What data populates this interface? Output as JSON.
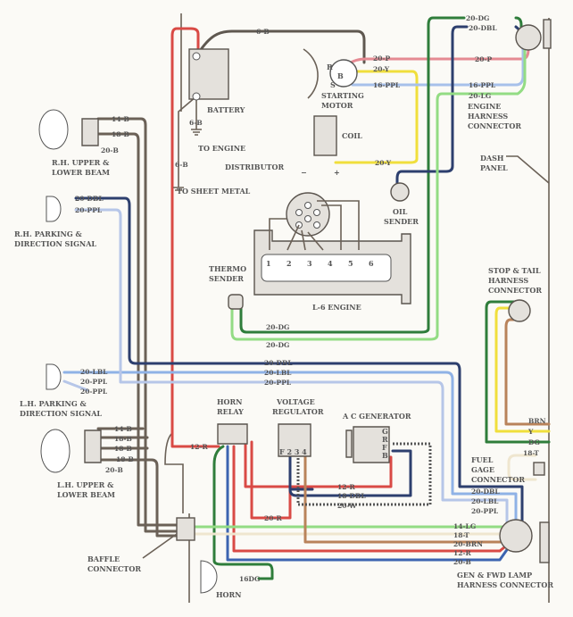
{
  "colors": {
    "red": "#d94a45",
    "yellow": "#f0df3c",
    "pink": "#e58a93",
    "light_blue": "#a7c0ea",
    "dark_blue": "#2d3f6e",
    "dark_green": "#2f7d3b",
    "light_green": "#93dc84",
    "brown": "#b9835a",
    "black": "#5f5850",
    "tan": "#efe6cf"
  },
  "components": {
    "battery": "BATTERY",
    "to_engine": "TO ENGINE",
    "to_sheet_metal": "TO SHEET METAL",
    "starting_motor_1": "STARTING",
    "starting_motor_2": "MOTOR",
    "coil": "COIL",
    "distributor": "DISTRIBUTOR",
    "oil_sender_1": "OIL",
    "oil_sender_2": "SENDER",
    "engine_harness_1": "ENGINE",
    "engine_harness_2": "HARNESS",
    "engine_harness_3": "CONNECTOR",
    "dash_panel_1": "DASH",
    "dash_panel_2": "PANEL",
    "thermo_1": "THERMO",
    "thermo_2": "SENDER",
    "engine": "L-6 ENGINE",
    "rh_beam_1": "R.H. UPPER &",
    "rh_beam_2": "LOWER BEAM",
    "rh_park_1": "R.H. PARKING &",
    "rh_park_2": "DIRECTION SIGNAL",
    "lh_park_1": "L.H. PARKING &",
    "lh_park_2": "DIRECTION SIGNAL",
    "lh_beam_1": "L.H. UPPER &",
    "lh_beam_2": "LOWER BEAM",
    "stop_tail_1": "STOP & TAIL",
    "stop_tail_2": "HARNESS",
    "stop_tail_3": "CONNECTOR",
    "horn_relay_1": "HORN",
    "horn_relay_2": "RELAY",
    "regulator_1": "VOLTAGE",
    "regulator_2": "REGULATOR",
    "generator": "A C GENERATOR",
    "fuel_1": "FUEL",
    "fuel_2": "GAGE",
    "fuel_3": "CONNECTOR",
    "baffle_1": "BAFFLE",
    "baffle_2": "CONNECTOR",
    "horn": "HORN",
    "gen_fwd_1": "GEN & FWD LAMP",
    "gen_fwd_2": "HARNESS CONNECTOR",
    "cyl": [
      "1",
      "2",
      "3",
      "4",
      "5",
      "6"
    ],
    "reg_terms": "F 2 3 4",
    "gen_terms": [
      "G",
      "R",
      "F",
      "B"
    ],
    "starter_terms": [
      "R",
      "B",
      "S"
    ],
    "plus": "+",
    "minus": "−"
  },
  "wires": {
    "b6_top": "6-B",
    "b6_eng": "6-B",
    "b6_sheet": "6-B",
    "p20": "20-P",
    "y20": "20-Y",
    "ppl16": "16-PPL",
    "dg20_top": "20-DG",
    "dbl20_top": "20-DBL",
    "p20_r": "20-P",
    "ppl16_r": "16-PPL",
    "lg20": "20-LG",
    "y20_coil": "20-Y",
    "dg20_a": "20-DG",
    "dg20_b": "20-DG",
    "rh14b": "14-B",
    "rh18b": "18-B",
    "rh20b": "20-B",
    "rh_dbl": "20-DBL",
    "rh_ppl": "20-PPL",
    "bus_dbl": "20-DBL",
    "bus_lbl": "20-LBL",
    "bus_ppl": "20-PPL",
    "lh_lbl": "20-LBL",
    "lh_ppl1": "20-PPL",
    "lh_ppl2": "20-PPL",
    "lh14b": "14-B",
    "lh18b_1": "18-B",
    "lh18b_2": "18-B",
    "lh18b_3": "18-B",
    "lh20b": "20-B",
    "r12_relay": "12-R",
    "r12_gen": "12-R",
    "dbl18": "18-DBL",
    "w20": "20-W",
    "r20": "20-R",
    "dg16": "16DG",
    "st_brn": "BRN",
    "st_y": "Y",
    "st_dg": "DG",
    "st_t18": "18-T",
    "g_dbl": "20-DBL",
    "g_lbl": "20-LBL",
    "g_ppl": "20-PPL",
    "g_lg14": "14-LG",
    "g_t18": "18-T",
    "g_brn20": "20-BRN",
    "g_r12": "12-R",
    "g_b20": "20-B"
  }
}
